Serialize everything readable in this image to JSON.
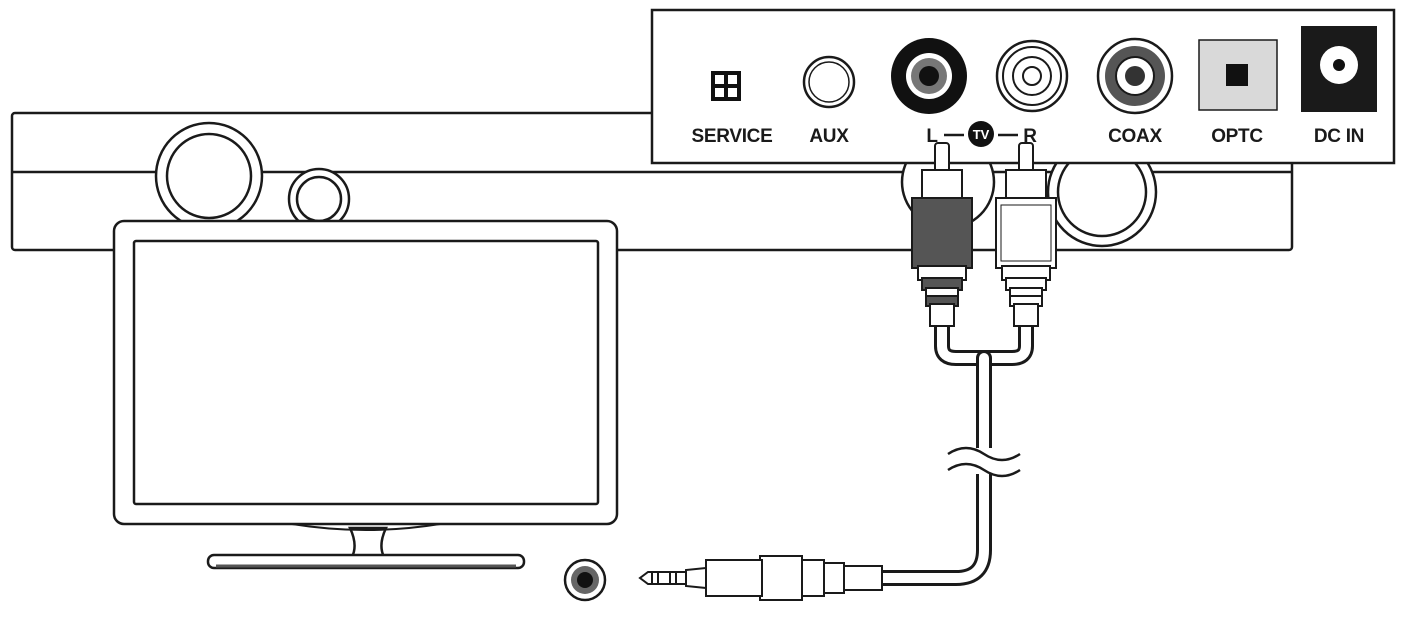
{
  "panel": {
    "ports": {
      "service": "SERVICE",
      "aux": "AUX",
      "tv_left": "L",
      "tv_mark": "TV",
      "tv_right": "R",
      "coax": "COAX",
      "optical": "OPTC",
      "dc_in": "DC IN"
    }
  }
}
